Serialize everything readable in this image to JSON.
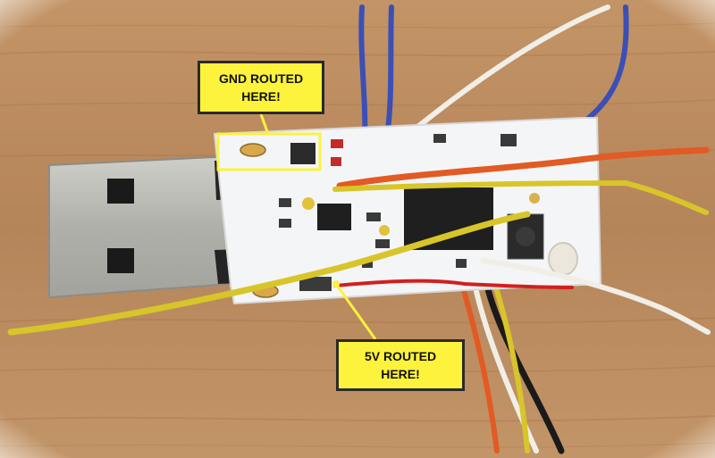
{
  "annotations": {
    "gnd": {
      "line1": "GND ROUTED",
      "line2": "HERE!"
    },
    "v5": {
      "line1": "5V ROUTED",
      "line2": "HERE!"
    }
  },
  "colors": {
    "callout_fill": "#fdf23c",
    "callout_border": "#2a2a2a",
    "wood": "#b98a5e",
    "pcb": "#f4f5f7",
    "usb_metal": "#b7b7b2",
    "wire_blue": "#3b4fb6",
    "wire_white": "#f0eee6",
    "wire_orange": "#e25a24",
    "wire_yellow": "#d8c52a",
    "wire_red": "#d21f1f",
    "wire_black": "#1a1a1a"
  }
}
